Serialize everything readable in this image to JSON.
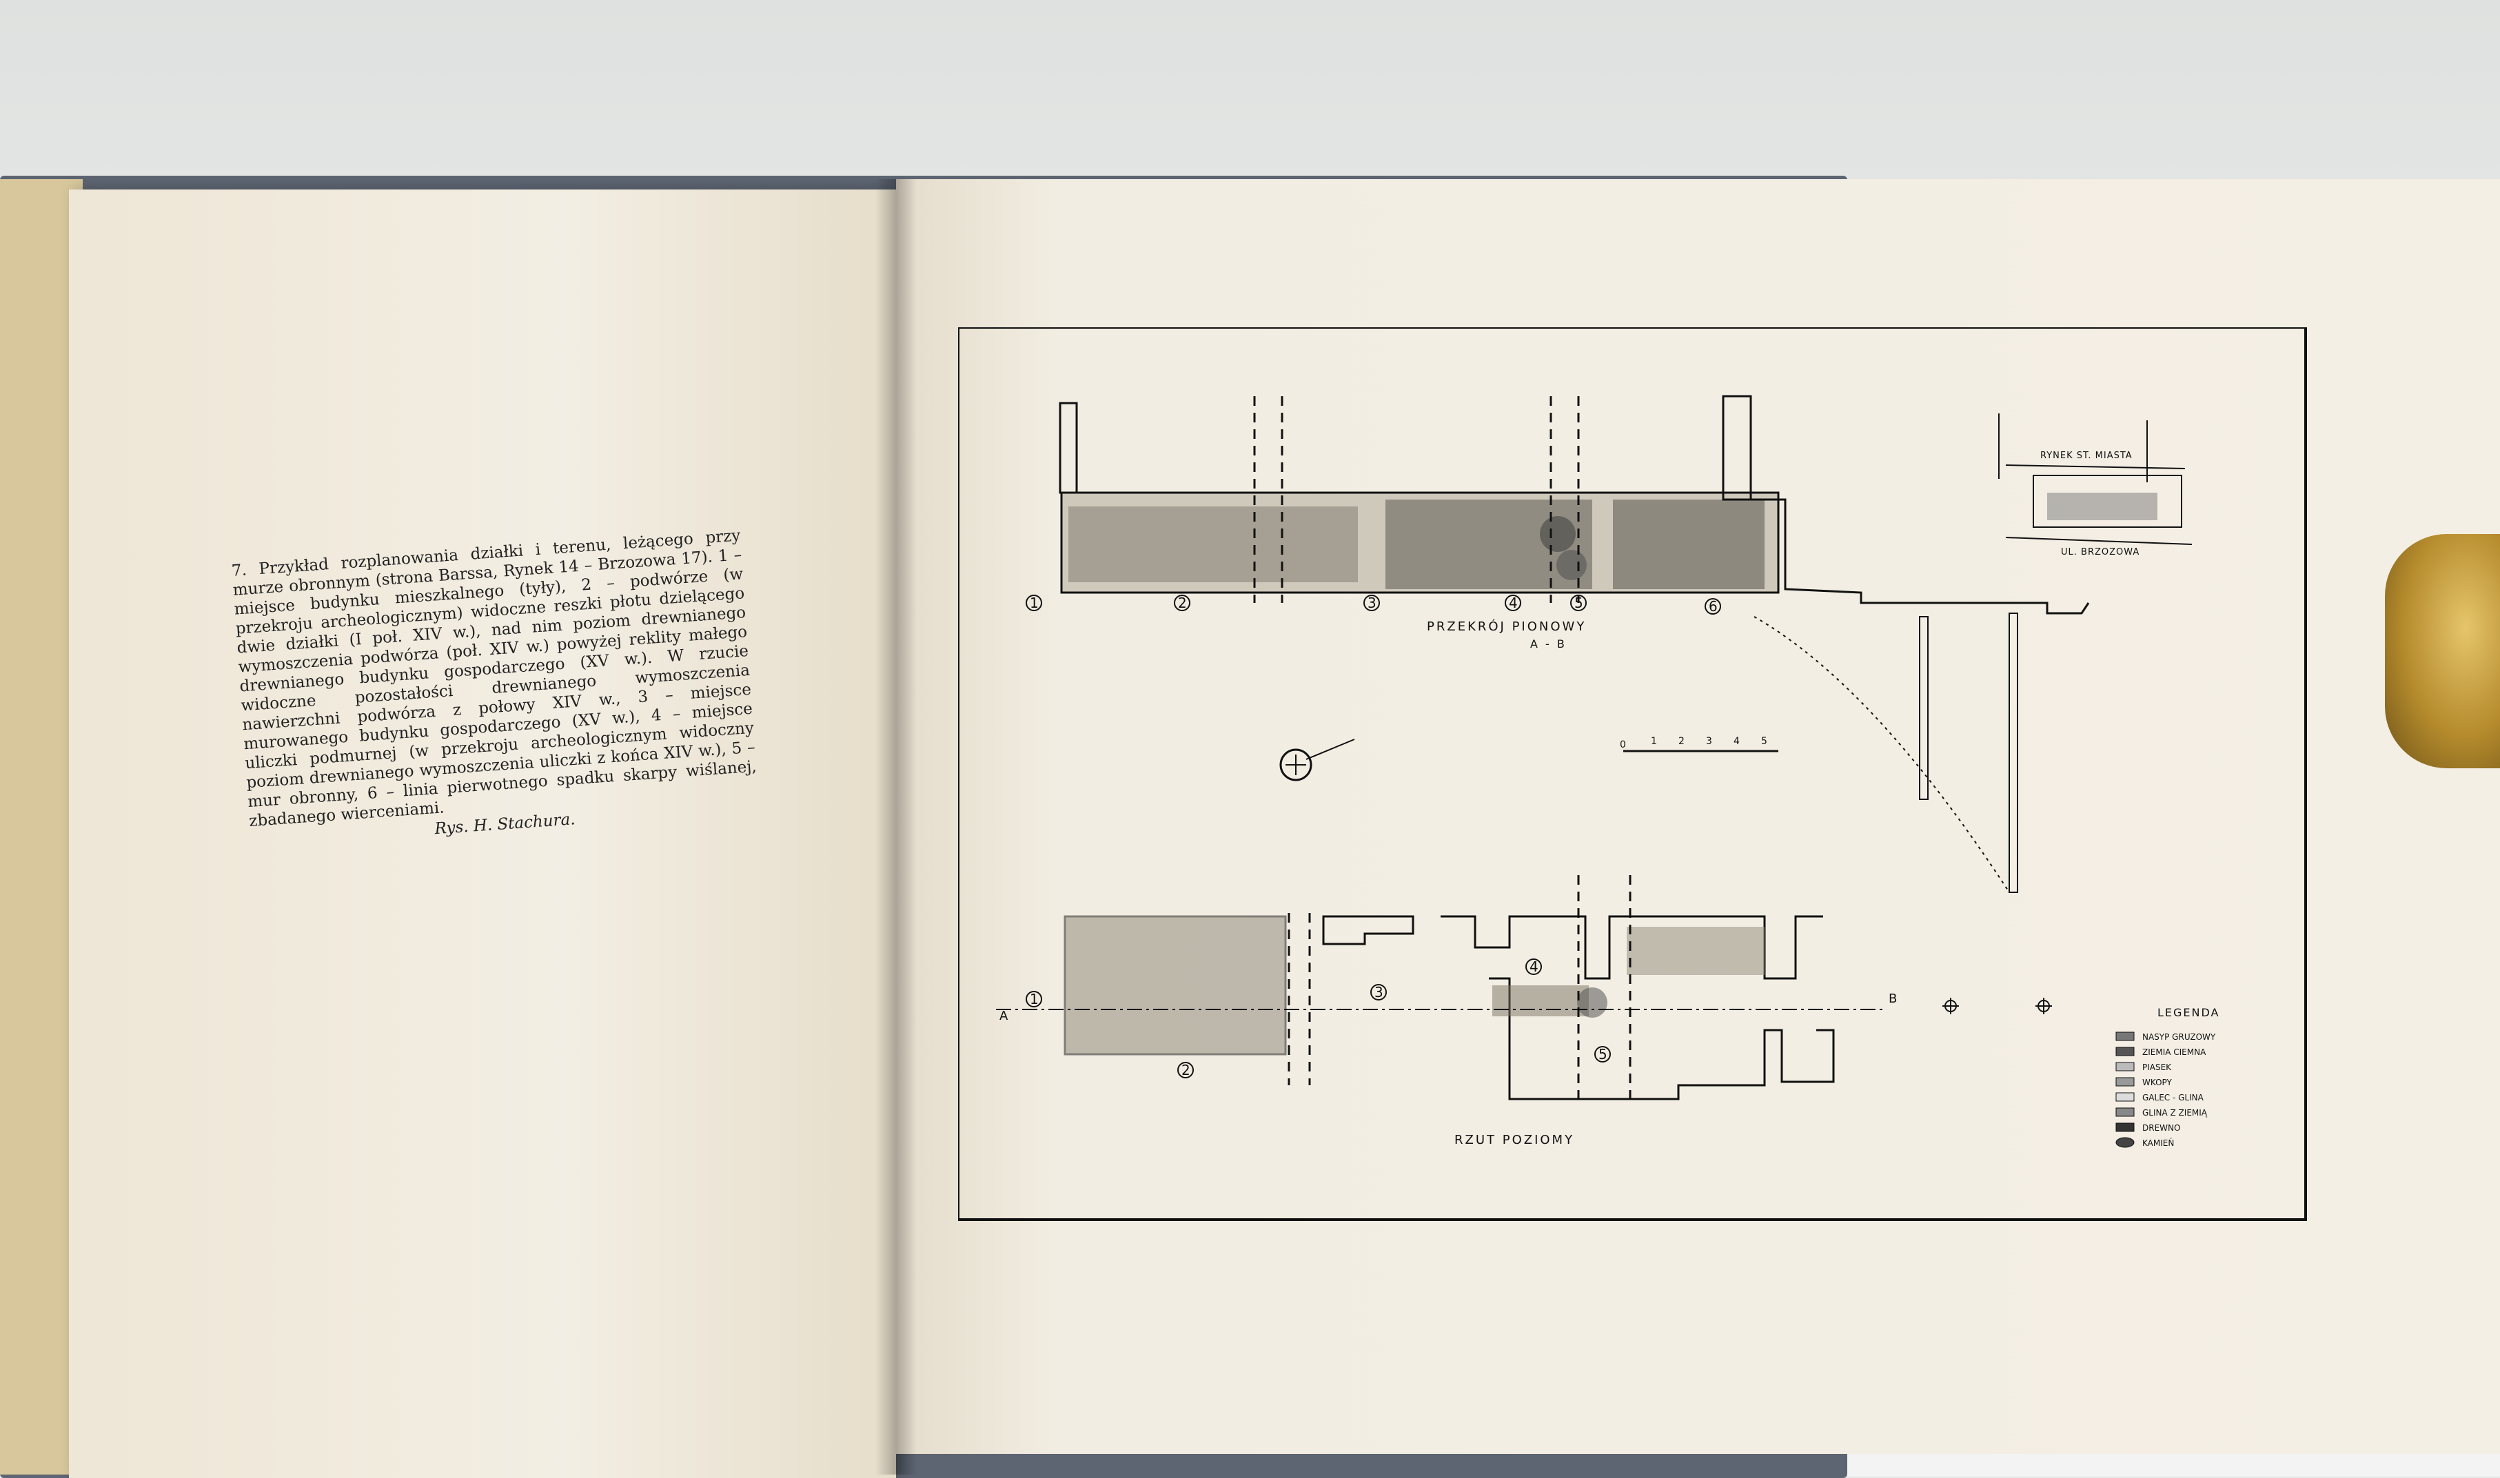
{
  "caption": {
    "text": "7. Przykład rozplanowania działki i terenu, leżącego przy murze obronnym (strona Barssa, Rynek 14 – Brzozowa 17). 1 – miejsce budynku mieszkalnego (tyły), 2 – podwórze (w przekroju archeologicznym) widoczne reszki płotu dzielącego dwie działki (I poł. XIV w.), nad nim poziom drewnianego wymoszczenia podwórza (poł. XIV w.) powyżej reklity małego drewnianego budynku gospodarczego (XV w.). W rzucie widoczne pozostałości drewnianego wymoszczenia nawierzchni podwórza z połowy XIV w., 3 – miejsce murowanego budynku gospodarczego (XV w.), 4 – miejsce uliczki podmurnej (w przekroju archeologicznym widoczny poziom drewnianego wymoszczenia uliczki z końca XIV w.), 5 – mur obronny, 6 – linia pierwotnego spadku skarpy wiślanej, zbadanego wierceniami.",
    "credit": "Rys. H. Stachura."
  },
  "drawing": {
    "section_label": "PRZEKRÓJ PIONOWY",
    "section_sub": "A - B",
    "plan_label": "RZUT POZIOMY",
    "inset_top": "RYNEK ST. MIASTA",
    "inset_bottom": "UL. BRZOZOWA",
    "scale_ticks": [
      "0",
      "1",
      "2",
      "3",
      "4",
      "5"
    ],
    "axis_a": "A",
    "axis_b": "B",
    "section_numbers": [
      "1",
      "2",
      "3",
      "4",
      "5",
      "6"
    ],
    "plan_numbers": [
      "1",
      "2",
      "3",
      "4",
      "5"
    ],
    "legend_title": "LEGENDA",
    "legend": [
      "NASYP GRUZOWY",
      "ZIEMIA CIEMNA",
      "PIASEK",
      "WKOPY",
      "GALEC - GLINA",
      "GLINA Z ZIEMIĄ",
      "DREWNO",
      "KAMIEŃ"
    ]
  }
}
